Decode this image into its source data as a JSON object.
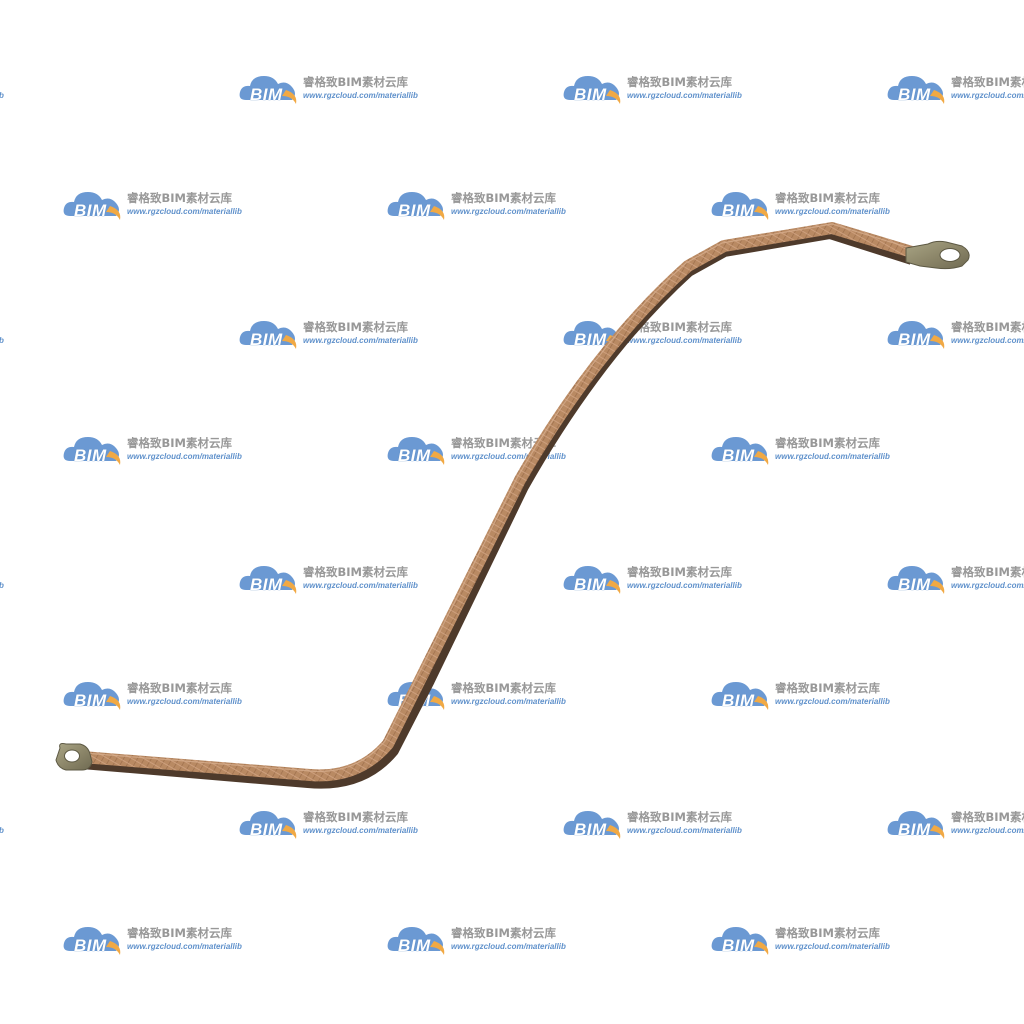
{
  "watermark": {
    "logo_text": "BIM",
    "title": "睿格致BIM素材云库",
    "url": "www.rgzcloud.com/materiallib",
    "colors": {
      "cloud": "#5b8fcf",
      "swoosh": "#f0a030",
      "text_gray": "#8d8d8d"
    }
  },
  "object": {
    "name": "braided copper grounding strap",
    "colors": {
      "braid": "#b98a63",
      "braid_dark": "#4e3a2b",
      "lug": "#8f8a6c"
    }
  }
}
